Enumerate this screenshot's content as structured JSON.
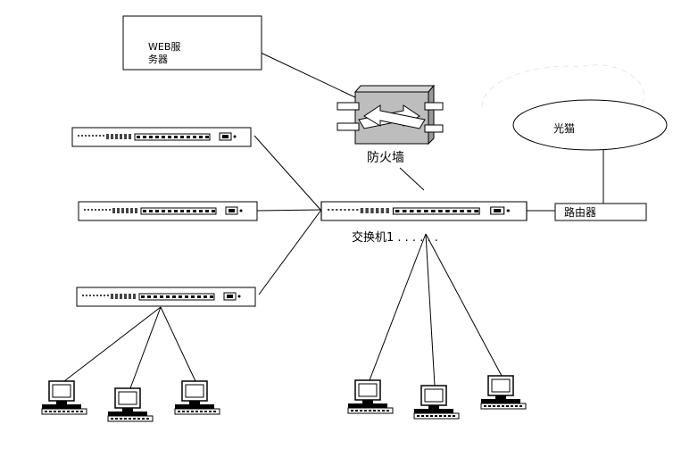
{
  "labels": {
    "web_server_line1": "WEB服",
    "web_server_line2": "务器",
    "firewall": "防火墙",
    "modem": "光猫",
    "router": "路由器",
    "core_switch": "交换机1 . . . . . ."
  }
}
